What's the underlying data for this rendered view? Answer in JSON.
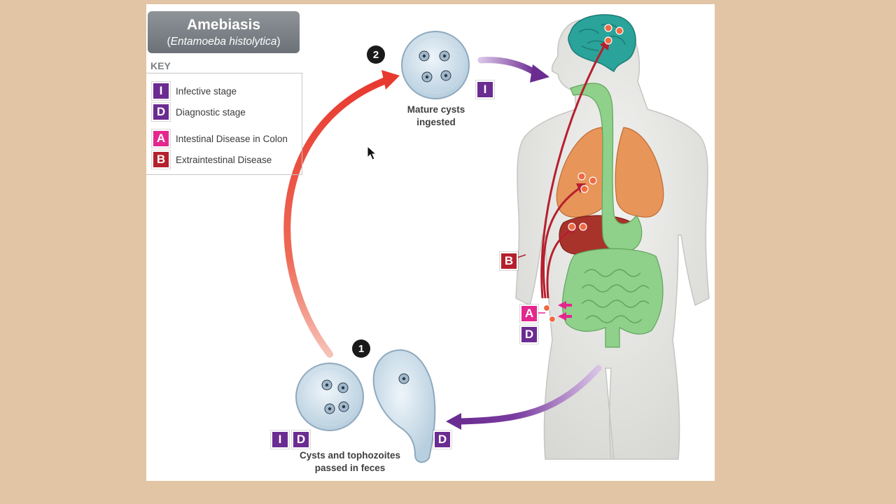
{
  "title": {
    "main": "Amebiasis",
    "open_paren": "(",
    "scientific_name": "Entamoeba histolytica",
    "close_paren": ")"
  },
  "key": {
    "heading": "KEY",
    "items": [
      {
        "letter": "I",
        "label": "Infective stage",
        "color": "#6b2c91"
      },
      {
        "letter": "D",
        "label": "Diagnostic stage",
        "color": "#6b2c91"
      },
      {
        "letter": "A",
        "label": "Intestinal Disease in Colon",
        "color": "#e4278d"
      },
      {
        "letter": "B",
        "label": "Extraintestinal Disease",
        "color": "#b5202e"
      }
    ]
  },
  "steps": {
    "step1": {
      "number": "1",
      "caption_line1": "Cysts and tophozoites",
      "caption_line2": "passed in feces"
    },
    "step2": {
      "number": "2",
      "caption_line1": "Mature cysts",
      "caption_line2": "ingested"
    }
  },
  "diagram_badges": {
    "step2_infective": "I",
    "step1_infective": "I",
    "step1_diagnostic": "D",
    "trophozoite_diagnostic": "D",
    "extraintestinal": "B",
    "intestinal": "A",
    "intestinal_diagnostic": "D"
  },
  "colors": {
    "background": "#e2c5a4",
    "infective_purple": "#6b2c91",
    "intestinal_pink": "#e4278d",
    "extraintestinal_red": "#b5202e",
    "cycle_arrow_red": "#e8453c",
    "brain": "#2aa39a",
    "lungs": "#e8955a",
    "liver": "#a8332b",
    "intestine": "#8fd08a"
  }
}
